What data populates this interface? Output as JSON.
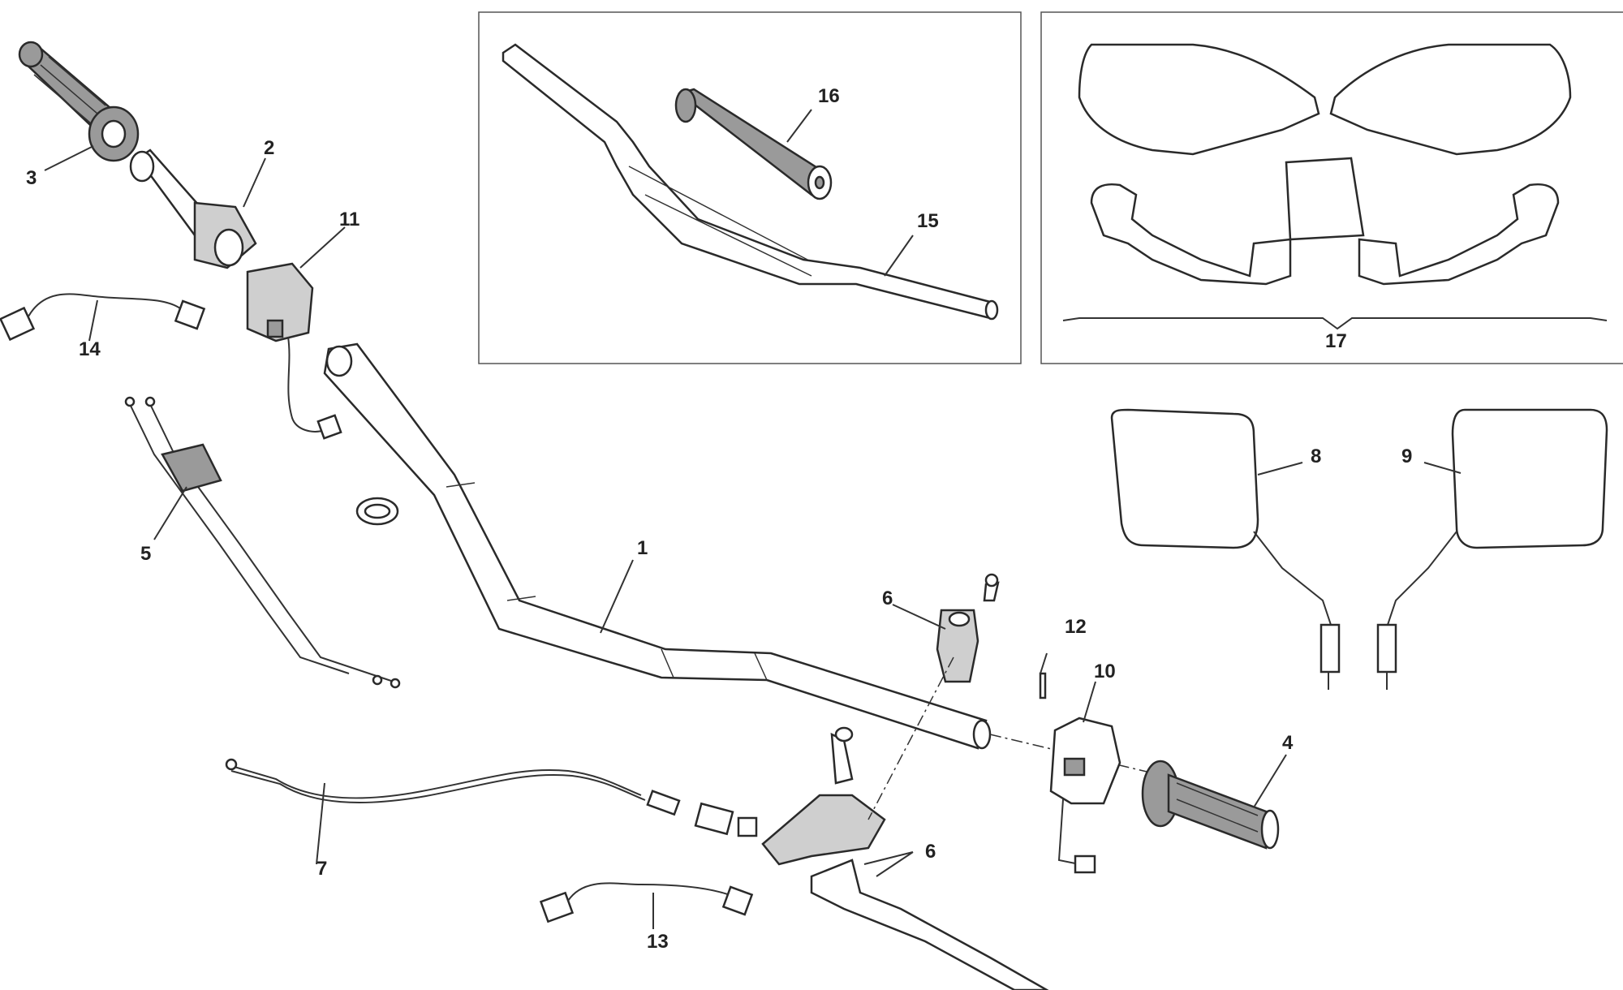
{
  "diagram": {
    "callouts": {
      "c1": "1",
      "c2": "2",
      "c3": "3",
      "c4": "4",
      "c5": "5",
      "c6a": "6",
      "c6b": "6",
      "c7": "7",
      "c8": "8",
      "c9": "9",
      "c10": "10",
      "c11": "11",
      "c12": "12",
      "c13": "13",
      "c14": "14",
      "c15": "15",
      "c16": "16",
      "c17": "17"
    }
  }
}
